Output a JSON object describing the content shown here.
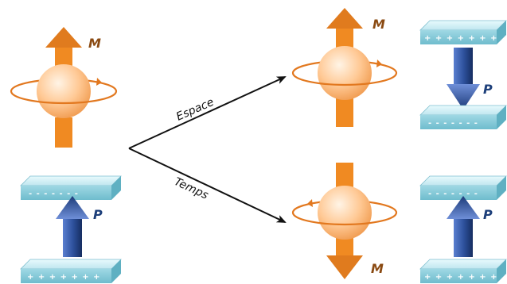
{
  "labels": {
    "magnetization": "M",
    "polarization": "P",
    "space": "Espace",
    "time": "Temps"
  },
  "plates": {
    "positive": "+ + + + + + +",
    "negative": "- - - - - - -"
  },
  "colors": {
    "spin_arrow": "#e07b1e",
    "sphere_light": "#ffe2c2",
    "sphere_dark": "#f3a05a",
    "orbit": "#e2781f",
    "plate_top": "#cdeef5",
    "plate_front": "#7fc8d8",
    "polar_arrow_light": "#6f8fd8",
    "polar_arrow_dark": "#1c3a78",
    "transform_arrow": "#111111"
  }
}
